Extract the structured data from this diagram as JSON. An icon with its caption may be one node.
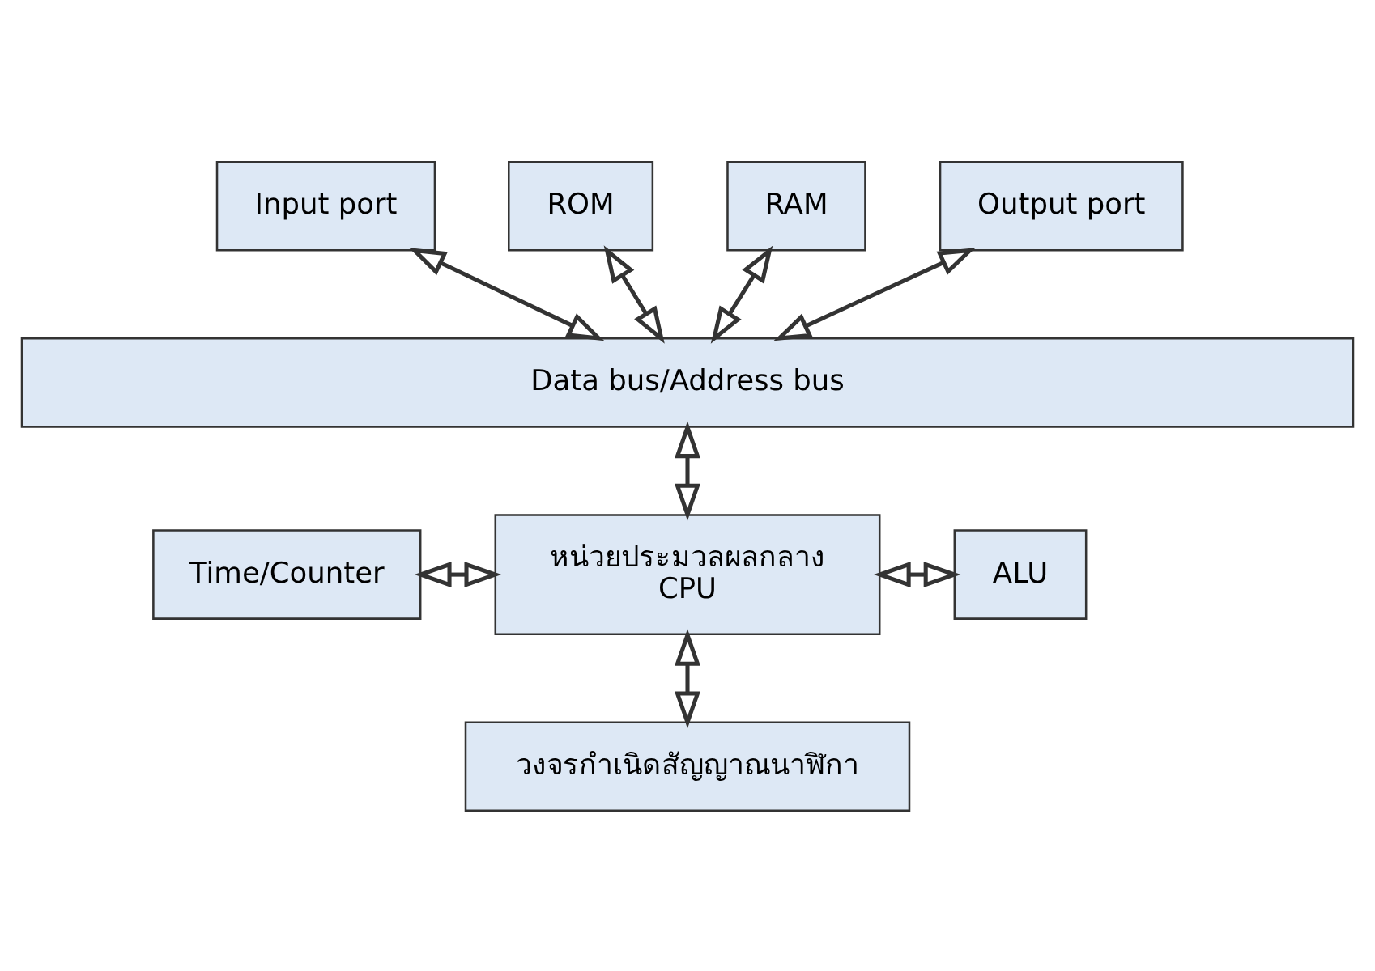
{
  "diagram": {
    "nodes": [
      {
        "text": [
          "Input port"
        ]
      },
      {
        "text": [
          "ROM"
        ]
      },
      {
        "text": [
          "RAM"
        ]
      },
      {
        "text": [
          "Output port"
        ]
      },
      {
        "text": [
          "Data bus/Address bus"
        ]
      },
      {
        "text": [
          "หน่วยประมวลผลกลาง",
          "CPU"
        ]
      },
      {
        "text": [
          "Time/Counter"
        ]
      },
      {
        "text": [
          "ALU"
        ]
      },
      {
        "text": [
          "วงจรกำเนิดสัญญาณนาฬิกา"
        ]
      }
    ],
    "edges": [
      {
        "from": 0,
        "to": 4,
        "arrow": "both"
      },
      {
        "from": 1,
        "to": 4,
        "arrow": "both"
      },
      {
        "from": 2,
        "to": 4,
        "arrow": "both"
      },
      {
        "from": 3,
        "to": 4,
        "arrow": "both"
      },
      {
        "from": 4,
        "to": 5,
        "arrow": "both"
      },
      {
        "from": 6,
        "to": 5,
        "arrow": "both"
      },
      {
        "from": 5,
        "to": 7,
        "arrow": "both"
      },
      {
        "from": 5,
        "to": 8,
        "arrow": "both"
      }
    ]
  }
}
